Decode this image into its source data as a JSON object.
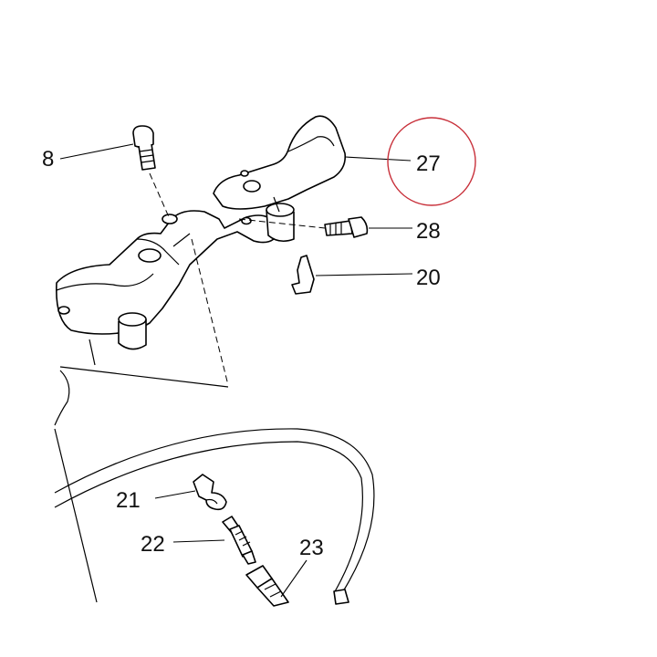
{
  "callouts": {
    "c18": "8",
    "c27": "27",
    "c28": "28",
    "c20": "20",
    "c21": "21",
    "c22": "22",
    "c23": "23"
  },
  "highlight": {
    "target": "27",
    "color": "#c8303a"
  }
}
